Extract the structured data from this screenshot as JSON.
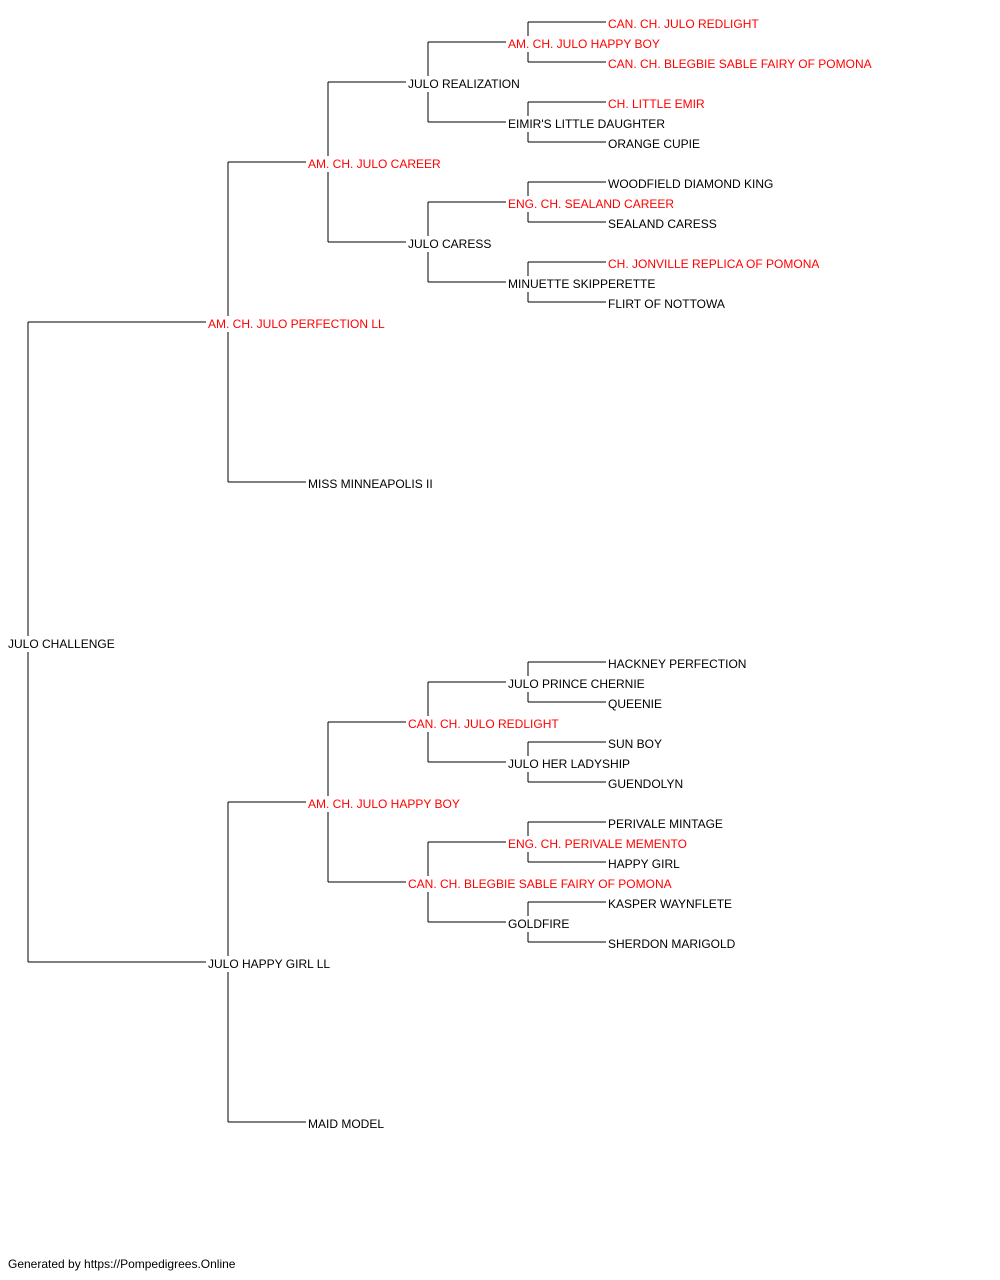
{
  "colors": {
    "champion": "#ff0000",
    "normal": "#000000",
    "line": "#000000"
  },
  "pedigree": {
    "name": "JULO CHALLENGE",
    "champion": false,
    "sire": {
      "name": "AM. CH. JULO PERFECTION LL",
      "champion": true,
      "sire": {
        "name": "AM. CH. JULO CAREER",
        "champion": true,
        "sire": {
          "name": "JULO REALIZATION",
          "champion": false,
          "sire": {
            "name": "AM. CH. JULO HAPPY BOY",
            "champion": true,
            "sire": {
              "name": "CAN. CH. JULO REDLIGHT",
              "champion": true
            },
            "dam": {
              "name": "CAN. CH. BLEGBIE SABLE FAIRY OF POMONA",
              "champion": true
            }
          },
          "dam": {
            "name": "EIMIR'S LITTLE DAUGHTER",
            "champion": false,
            "sire": {
              "name": "CH. LITTLE EMIR",
              "champion": true
            },
            "dam": {
              "name": "ORANGE CUPIE",
              "champion": false
            }
          }
        },
        "dam": {
          "name": "JULO CARESS",
          "champion": false,
          "sire": {
            "name": "ENG. CH. SEALAND CAREER",
            "champion": true,
            "sire": {
              "name": "WOODFIELD DIAMOND KING",
              "champion": false
            },
            "dam": {
              "name": "SEALAND CARESS",
              "champion": false
            }
          },
          "dam": {
            "name": "MINUETTE SKIPPERETTE",
            "champion": false,
            "sire": {
              "name": "CH. JONVILLE REPLICA OF POMONA",
              "champion": true
            },
            "dam": {
              "name": "FLIRT OF NOTTOWA",
              "champion": false
            }
          }
        }
      },
      "dam": {
        "name": "MISS MINNEAPOLIS II",
        "champion": false
      }
    },
    "dam": {
      "name": "JULO HAPPY GIRL LL",
      "champion": false,
      "sire": {
        "name": "AM. CH. JULO HAPPY BOY",
        "champion": true,
        "sire": {
          "name": "CAN. CH. JULO REDLIGHT",
          "champion": true,
          "sire": {
            "name": "JULO PRINCE CHERNIE",
            "champion": false,
            "sire": {
              "name": "HACKNEY PERFECTION",
              "champion": false
            },
            "dam": {
              "name": "QUEENIE",
              "champion": false
            }
          },
          "dam": {
            "name": "JULO HER LADYSHIP",
            "champion": false,
            "sire": {
              "name": "SUN BOY",
              "champion": false
            },
            "dam": {
              "name": "GUENDOLYN",
              "champion": false
            }
          }
        },
        "dam": {
          "name": "CAN. CH. BLEGBIE SABLE FAIRY OF POMONA",
          "champion": true,
          "sire": {
            "name": "ENG. CH. PERIVALE MEMENTO",
            "champion": true,
            "sire": {
              "name": "PERIVALE MINTAGE",
              "champion": false
            },
            "dam": {
              "name": "HAPPY GIRL",
              "champion": false
            }
          },
          "dam": {
            "name": "GOLDFIRE",
            "champion": false,
            "sire": {
              "name": "KASPER WAYNFLETE",
              "champion": false
            },
            "dam": {
              "name": "SHERDON MARIGOLD",
              "champion": false
            }
          }
        }
      },
      "dam": {
        "name": "MAID MODEL",
        "champion": false
      }
    }
  },
  "footer": "Generated by https://Pompedigrees.Online"
}
